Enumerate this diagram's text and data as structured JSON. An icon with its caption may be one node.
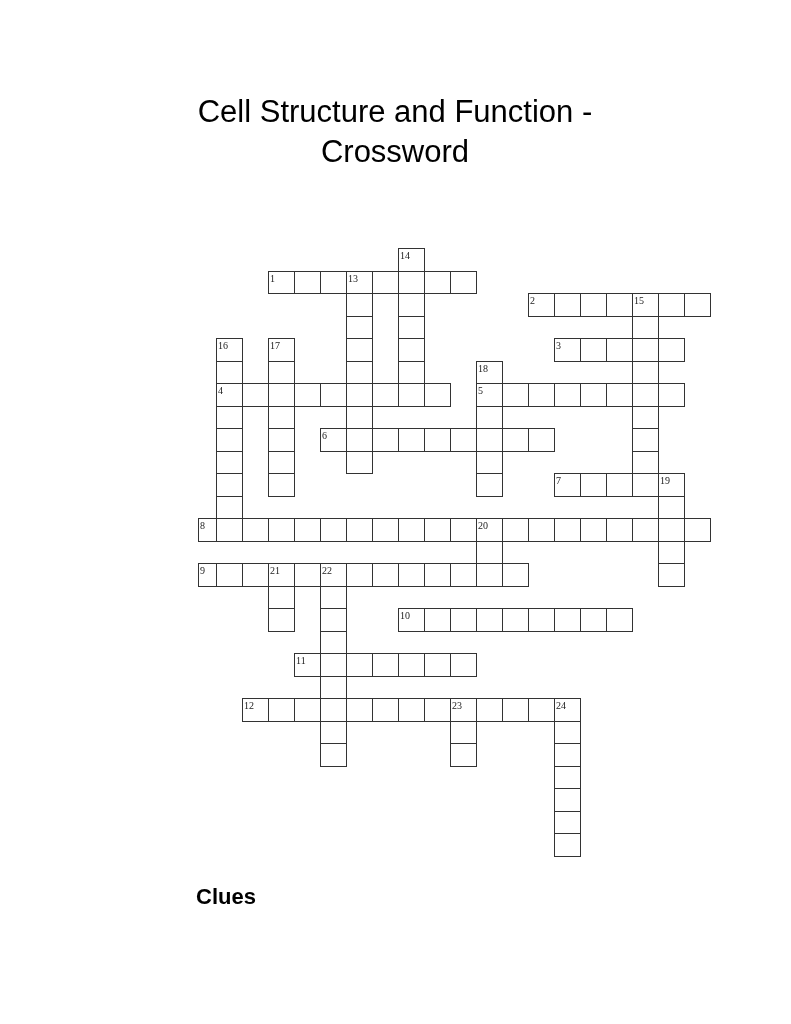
{
  "diagram": {
    "title": "Cell Structure and Function - Crossword",
    "labels": [
      "14",
      "1",
      "13",
      "2",
      "15",
      "16",
      "17",
      "3",
      "18",
      "4",
      "5",
      "6",
      "7",
      "19",
      "8",
      "20",
      "9",
      "21",
      "22",
      "10",
      "11",
      "12",
      "23",
      "24",
      "Clues"
    ]
  }
}
